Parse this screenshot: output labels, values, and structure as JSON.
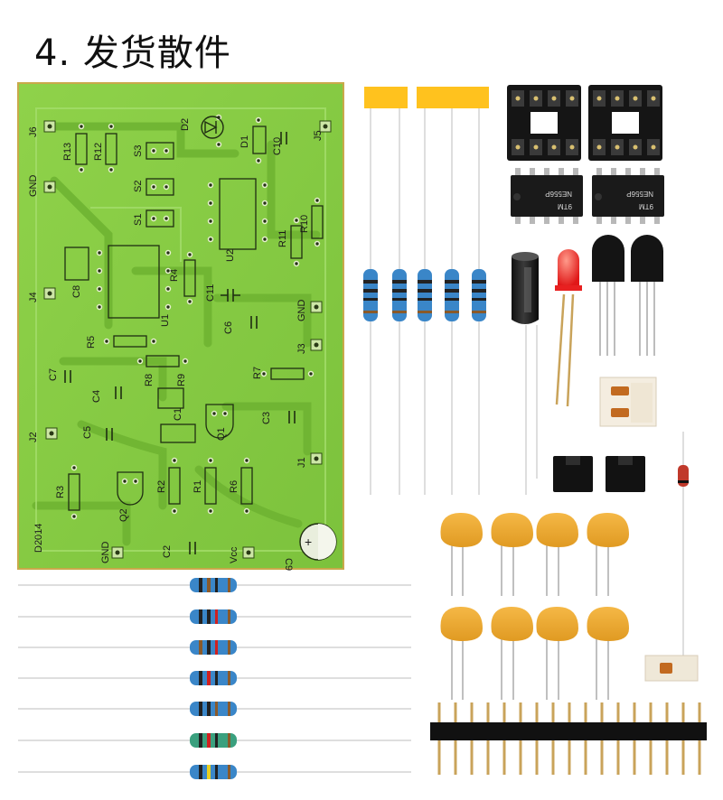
{
  "title": "4. 发货散件",
  "board": {
    "silkscreen": {
      "J6": "J6",
      "J5": "J5",
      "J4": "J4",
      "J3": "J3",
      "J2": "J2",
      "J1": "J1",
      "R13": "R13",
      "R12": "R12",
      "R11": "R11",
      "R10": "R10",
      "R9": "R9",
      "R8": "R8",
      "R7": "R7",
      "R6": "R6",
      "R5": "R5",
      "R4": "R4",
      "R3": "R3",
      "R2": "R2",
      "R1": "R1",
      "S3": "S3",
      "S2": "S2",
      "S1": "S1",
      "D2": "D2",
      "D1": "D1",
      "C11": "C11",
      "C10": "C10",
      "C9": "C9",
      "C8": "C8",
      "C7": "C7",
      "C6": "C6",
      "C5": "C5",
      "C4": "C4",
      "C3": "C3",
      "C2": "C2",
      "C1": "C1",
      "U1": "U1",
      "U2": "U2",
      "Q1": "Q1",
      "Q2": "Q2",
      "GND_top": "GND",
      "GND_right": "GND",
      "GND_bottom": "GND",
      "Vcc": "Vcc",
      "model": "D2014"
    }
  },
  "chips": {
    "top": "NE556P",
    "bottom": "9TM"
  }
}
